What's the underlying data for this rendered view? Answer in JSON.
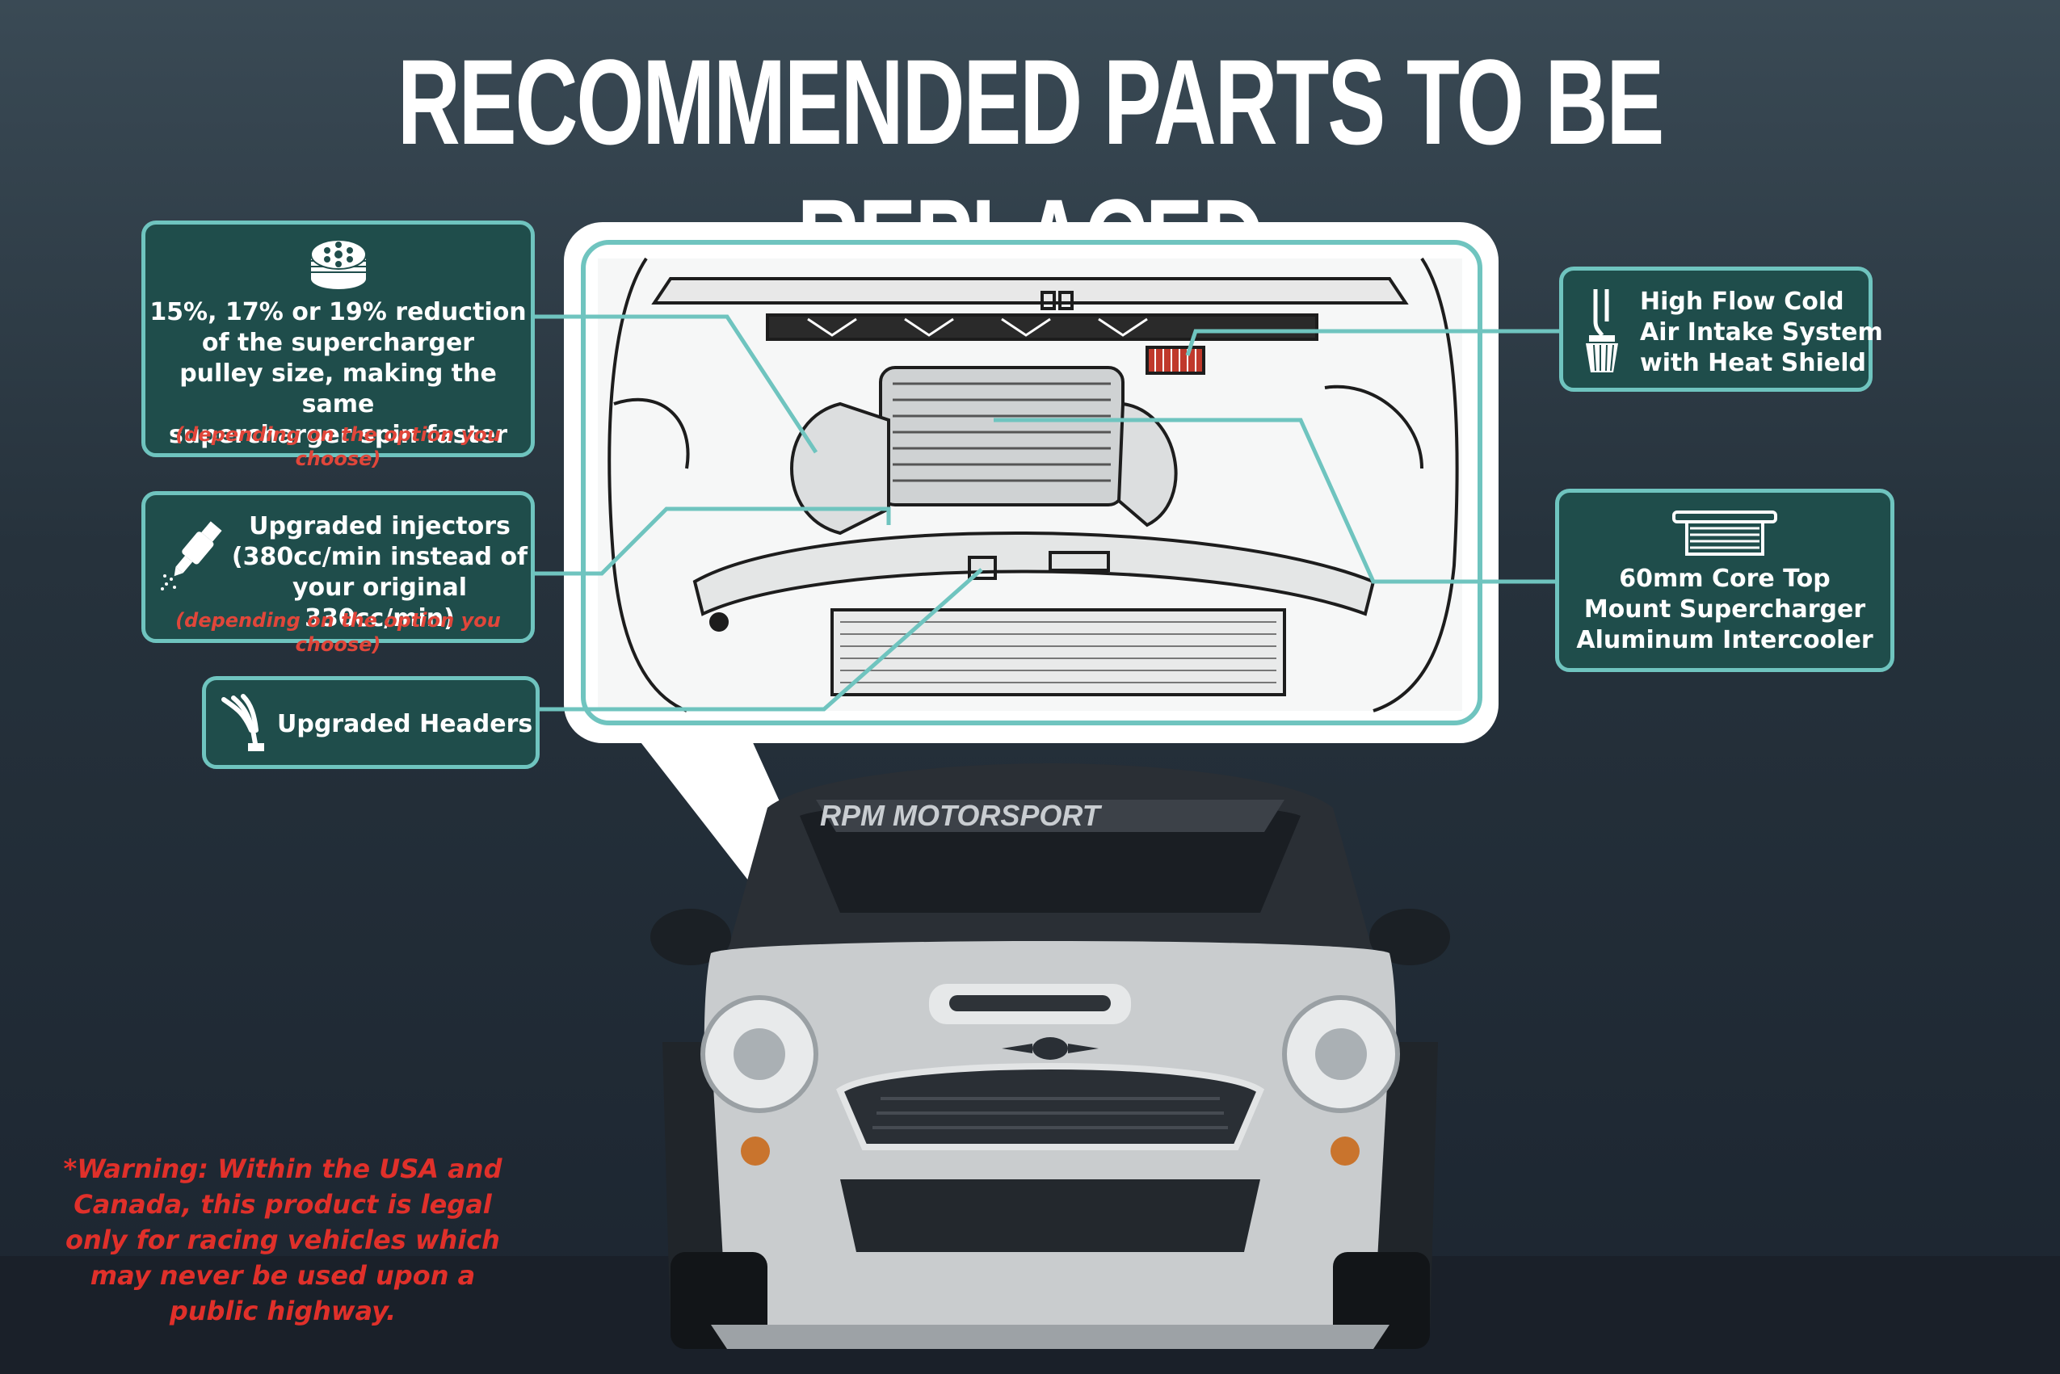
{
  "title": "RECOMMENDED PARTS TO BE REPLACED",
  "callouts": {
    "pulley": {
      "lines": [
        "15%, 17% or 19% reduction",
        "of the supercharger",
        "pulley size, making the same",
        "supercharger spin faster"
      ],
      "note": "(depending on the option you choose)",
      "icon": "pulley-icon"
    },
    "injectors": {
      "lines": [
        "Upgraded injectors",
        "(380cc/min instead of",
        "your original 330cc/min)"
      ],
      "note": "(depending on the option you choose)",
      "icon": "injector-icon"
    },
    "headers": {
      "label": "Upgraded Headers",
      "icon": "headers-icon"
    },
    "intake": {
      "lines": [
        "High Flow Cold",
        "Air Intake System",
        "with Heat Shield"
      ],
      "icon": "air-filter-icon"
    },
    "intercooler": {
      "lines": [
        "60mm Core Top",
        "Mount Supercharger",
        "Aluminum Intercooler"
      ],
      "icon": "intercooler-icon"
    }
  },
  "windshield_banner": "RPM MOTORSPORT",
  "warning": {
    "lines": [
      "*Warning: Within the USA and",
      "Canada, this product is legal"
    ],
    "line3_emph": "only",
    "line3_rest": " for racing vehicles which",
    "line4_pre": "may ",
    "line4_emph": "never",
    "line4_rest": " be used upon a",
    "line5": "public highway."
  },
  "colors": {
    "callout_bg": "#1f4d4b",
    "callout_border": "#6fc4bf",
    "warning": "#e0302a",
    "background": "#26323c"
  }
}
